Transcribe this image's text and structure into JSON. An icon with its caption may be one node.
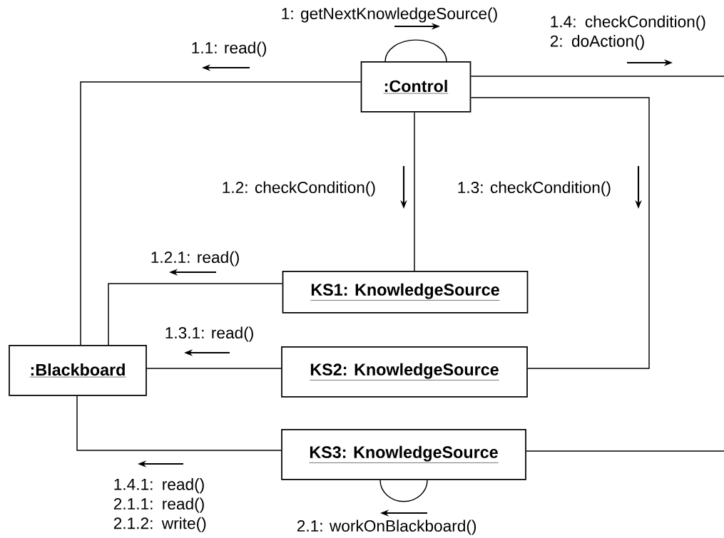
{
  "diagram": {
    "nodes": [
      {
        "text": [
          ":Control"
        ]
      },
      {
        "text": [
          "KS1: KnowledgeSource"
        ]
      },
      {
        "text": [
          ":Blackboard"
        ]
      },
      {
        "text": [
          "KS2: KnowledgeSource"
        ]
      },
      {
        "text": [
          "KS3: KnowledgeSource"
        ]
      }
    ],
    "edges": [
      {
        "from": 0,
        "to": 0,
        "arrow": "none",
        "label": "1: getNextKnowledgeSource()"
      },
      {
        "from": 0,
        "to": 2,
        "arrow": "none",
        "label": "1.1: read()"
      },
      {
        "from": 0,
        "to": 4,
        "arrow": "none",
        "label": "1.4: checkCondition() 2: doAction()"
      },
      {
        "from": 0,
        "to": 1,
        "arrow": "none",
        "label": "1.2: checkCondition()"
      },
      {
        "from": 0,
        "to": 3,
        "arrow": "none",
        "label": "1.3: checkCondition()"
      },
      {
        "from": 1,
        "to": 2,
        "arrow": "none",
        "label": "1.2.1: read()"
      },
      {
        "from": 3,
        "to": 2,
        "arrow": "none",
        "label": "1.3.1: read()"
      },
      {
        "from": 4,
        "to": 2,
        "arrow": "none",
        "label": "1.4.1: read() 2.1.1: read() 2.1.2: write()"
      },
      {
        "from": 4,
        "to": 4,
        "arrow": "none",
        "label": "2.1: workOnBlackboard()"
      }
    ]
  }
}
